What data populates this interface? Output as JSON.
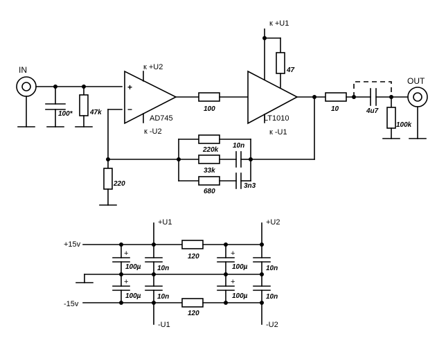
{
  "ports": {
    "in": "IN",
    "out": "OUT"
  },
  "opamp1": {
    "name": "AD745",
    "plus": "+",
    "minus": "−",
    "vpos": "к +U2",
    "vneg": "к -U2"
  },
  "opamp2": {
    "name": "LT1010",
    "vpos": "к +U1",
    "vneg": "к -U1"
  },
  "parts": {
    "c_in": "100*",
    "r_in": "47k",
    "r_series1": "100",
    "r_sup": "47",
    "r_out": "10",
    "c_out": "4u7",
    "r_load": "100k",
    "r_fb1": "220k",
    "c_fb1": "10n",
    "r_fb2": "33k",
    "r_fb3": "680",
    "c_fb3": "3n3",
    "r_gnd": "220"
  },
  "supply": {
    "pos_in": "+15v",
    "neg_in": "-15v",
    "u1_pos": "+U1",
    "u2_pos": "+U2",
    "u1_neg": "-U1",
    "u2_neg": "-U2",
    "r_top": "120",
    "r_bot": "120",
    "elec": "100µ",
    "film": "10n",
    "plus": "+"
  }
}
